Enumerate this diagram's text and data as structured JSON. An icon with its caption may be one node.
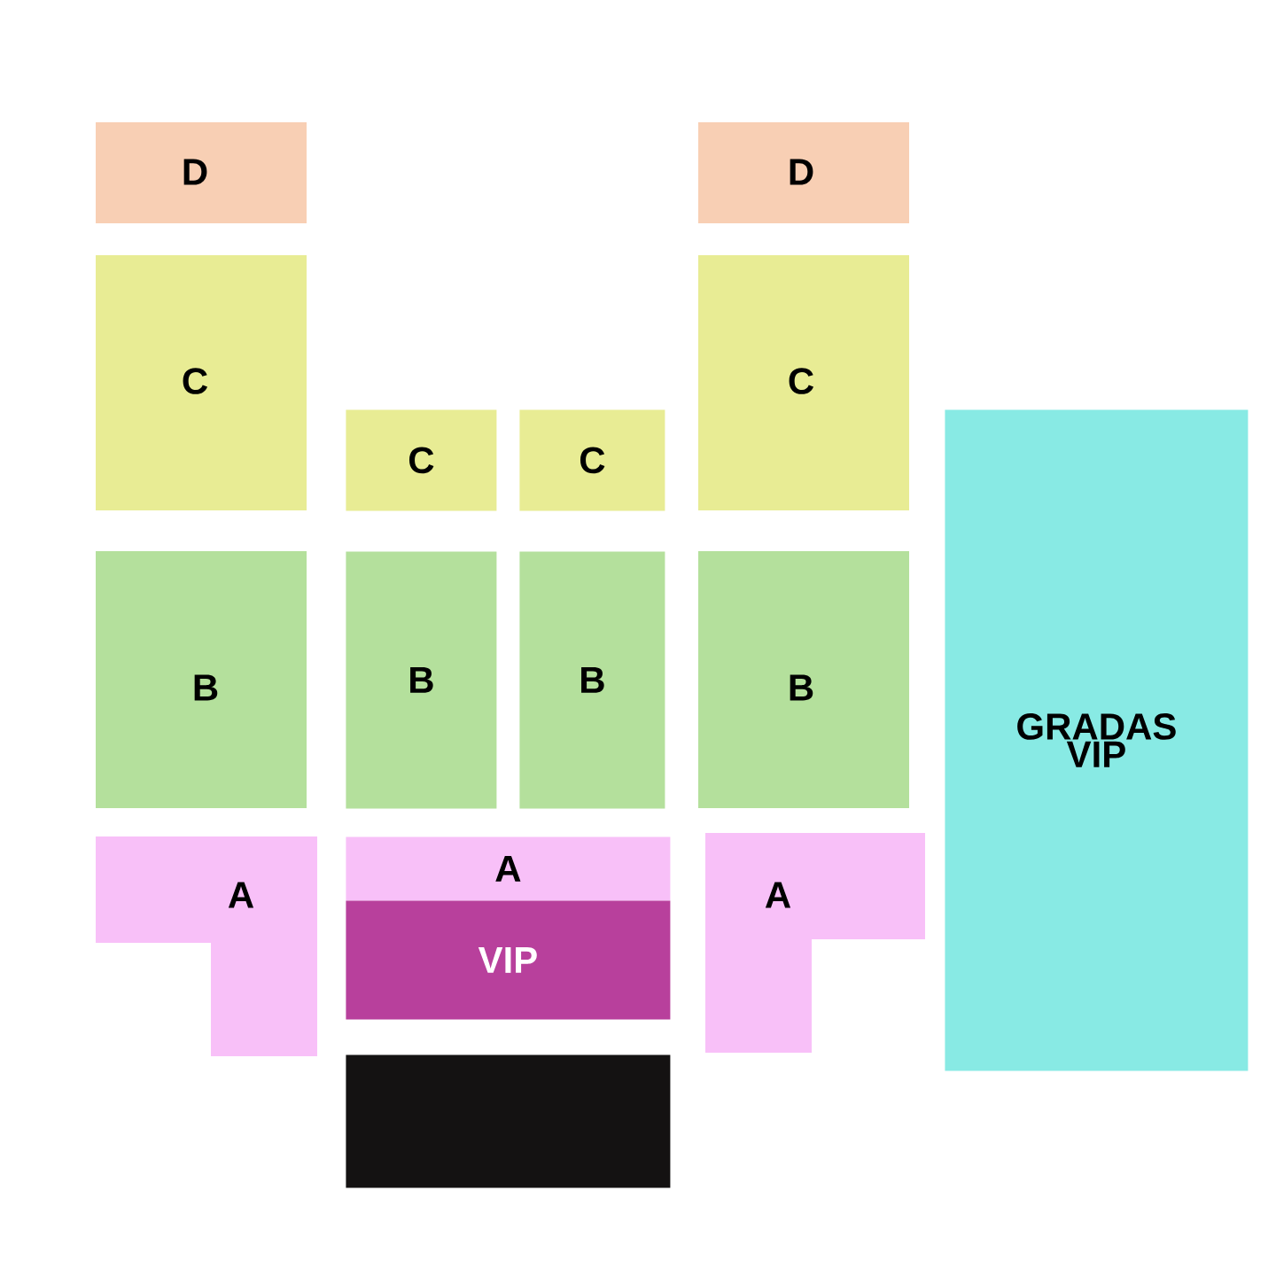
{
  "diagram": {
    "nodes": [
      {
        "text": [
          "D"
        ]
      },
      {
        "text": [
          "D"
        ]
      },
      {
        "text": [
          "C"
        ]
      },
      {
        "text": [
          "C"
        ]
      },
      {
        "text": [
          "C"
        ]
      },
      {
        "text": [
          "C"
        ]
      },
      {
        "text": [
          "GRADAS VIP"
        ]
      },
      {
        "text": [
          "B"
        ]
      },
      {
        "text": [
          "B"
        ]
      },
      {
        "text": [
          "B"
        ]
      },
      {
        "text": [
          "B"
        ]
      },
      {
        "text": [
          "A"
        ]
      },
      {
        "text": [
          "A"
        ]
      },
      {
        "text": [
          "A"
        ]
      },
      {
        "text": [
          "VIP"
        ]
      },
      {
        "text": [],
        "shape": "box"
      }
    ]
  }
}
